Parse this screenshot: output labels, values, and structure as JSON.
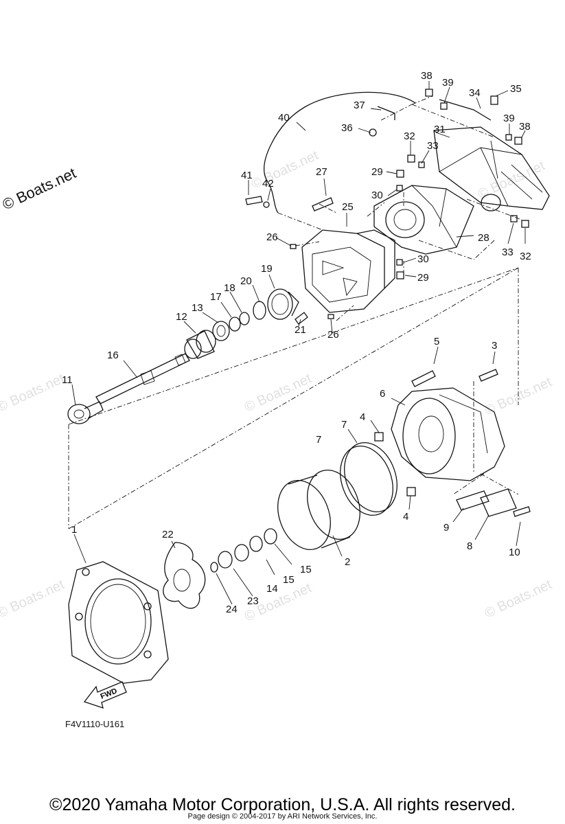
{
  "watermark": {
    "main": "© Boats.net",
    "faint": "© Boats.net"
  },
  "diagram_code": "F4V1110-U161",
  "fwd_label": "FWD",
  "callouts": {
    "c1": "1",
    "c2": "2",
    "c3": "3",
    "c4a": "4",
    "c4b": "4",
    "c5": "5",
    "c6": "6",
    "c7": "7",
    "c8": "8",
    "c9": "9",
    "c10": "10",
    "c11": "11",
    "c12": "12",
    "c13": "13",
    "c14": "14",
    "c15a": "15",
    "c15b": "15",
    "c16": "16",
    "c17": "17",
    "c18": "18",
    "c19": "19",
    "c20": "20",
    "c21": "21",
    "c22": "22",
    "c23": "23",
    "c24": "24",
    "c25": "25",
    "c26a": "26",
    "c26b": "26",
    "c27": "27",
    "c28": "28",
    "c29a": "29",
    "c29b": "29",
    "c30a": "30",
    "c30b": "30",
    "c31": "31",
    "c32a": "32",
    "c32b": "32",
    "c33a": "33",
    "c33b": "33",
    "c34": "34",
    "c35": "35",
    "c36": "36",
    "c37": "37",
    "c38a": "38",
    "c38b": "38",
    "c39a": "39",
    "c39b": "39",
    "c40": "40",
    "c41": "41",
    "c42": "42"
  },
  "footer": {
    "copyright": "©2020 Yamaha Motor Corporation, U.S.A. All rights reserved.",
    "page_design": "Page design © 2004-2017 by ARI Network Services, Inc."
  }
}
